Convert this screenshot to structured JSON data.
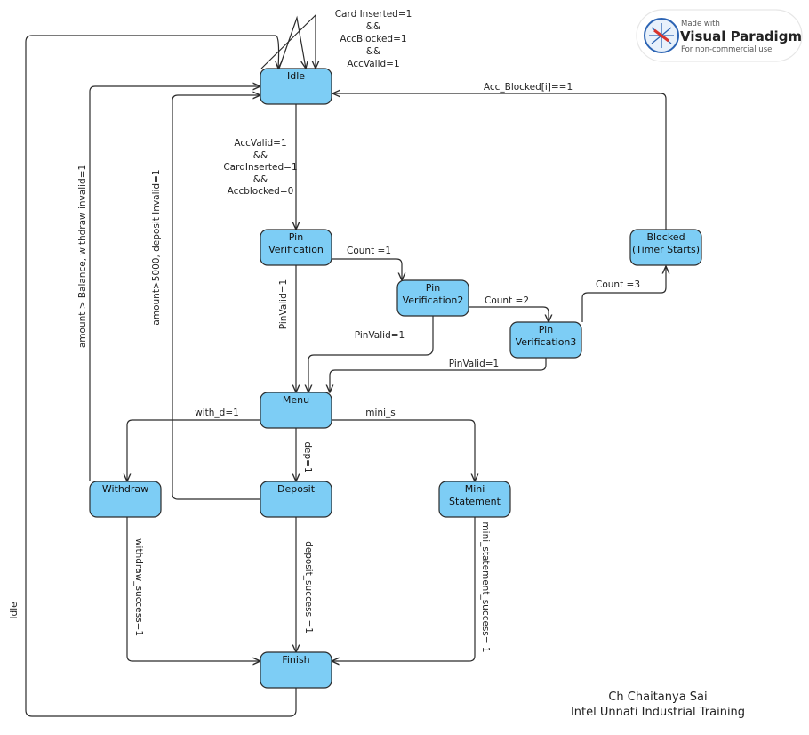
{
  "states": {
    "idle": "Idle",
    "pin_verification": [
      "Pin",
      "Verification"
    ],
    "pin_verification2": [
      "Pin",
      "Verification2"
    ],
    "pin_verification3": [
      "Pin",
      "Verification3"
    ],
    "blocked": [
      "Blocked",
      "(Timer Starts)"
    ],
    "menu": "Menu",
    "withdraw": "Withdraw",
    "deposit": "Deposit",
    "mini_statement": [
      "Mini",
      "Statement"
    ],
    "finish": "Finish"
  },
  "transitions": {
    "idle_self": [
      "Card Inserted=1",
      "&&",
      "AccBlocked=1",
      "&&",
      "AccValid=1"
    ],
    "idle_to_pin": [
      "AccValid=1",
      "&&",
      "CardInserted=1",
      "&&",
      "Accblocked=0"
    ],
    "blocked_to_idle": "Acc_Blocked[i]==1",
    "pin_to_pin2": "Count =1",
    "pin2_to_pin3": "Count =2",
    "pin3_to_blocked": "Count =3",
    "pin_to_menu": "PinValid=1",
    "pin2_to_menu": "PinValid=1",
    "pin3_to_menu": "PinValid=1",
    "menu_to_withdraw": "with_d=1",
    "menu_to_deposit": "dep=1",
    "menu_to_mini": "mini_s",
    "withdraw_to_idle": "amount > Balance, withdraw invalid=1",
    "deposit_to_idle": "amount>5000, deposit Invalid=1",
    "withdraw_to_finish": "withdraw_success=1",
    "deposit_to_finish": "deposit_success =1",
    "mini_to_finish": "mini_statement_success= 1",
    "finish_to_idle": "Idle"
  },
  "footer": {
    "author": "Ch Chaitanya Sai",
    "org": "Intel Unnati Industrial Training"
  },
  "watermark": {
    "made_with": "Made with",
    "brand": "Visual Paradigm",
    "note": "For non-commercial use"
  },
  "colors": {
    "state_fill": "#7dcdf5",
    "stroke": "#2b2b2b"
  }
}
